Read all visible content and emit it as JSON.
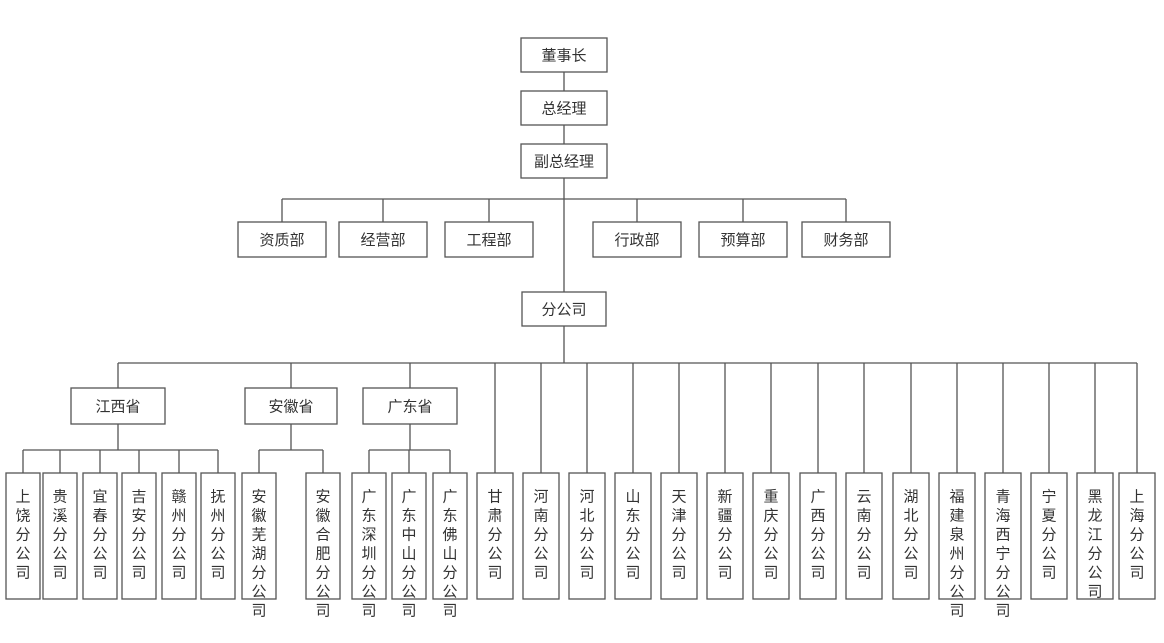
{
  "chairman": "董事长",
  "gm": "总经理",
  "vgm": "副总经理",
  "departments": [
    "资质部",
    "经营部",
    "工程部",
    "行政部",
    "预算部",
    "财务部"
  ],
  "branch": "分公司",
  "provinces": [
    {
      "name": "江西省",
      "children": [
        "上饶分公司",
        "贵溪分公司",
        "宜春分公司",
        "吉安分公司",
        "赣州分公司",
        "抚州分公司"
      ]
    },
    {
      "name": "安徽省",
      "children": [
        "安徽芜湖分公司",
        "安徽合肥分公司"
      ]
    },
    {
      "name": "广东省",
      "children": [
        "广东深圳分公司",
        "广东中山分公司",
        "广东佛山分公司"
      ]
    }
  ],
  "direct_branches": [
    "甘肃分公司",
    "河南分公司",
    "河北分公司",
    "山东分公司",
    "天津分公司",
    "新疆分公司",
    "重庆分公司",
    "广西分公司",
    "云南分公司",
    "湖北分公司",
    "福建泉州分公司",
    "青海西宁分公司",
    "宁夏分公司",
    "黑龙江分公司",
    "上海分公司"
  ]
}
